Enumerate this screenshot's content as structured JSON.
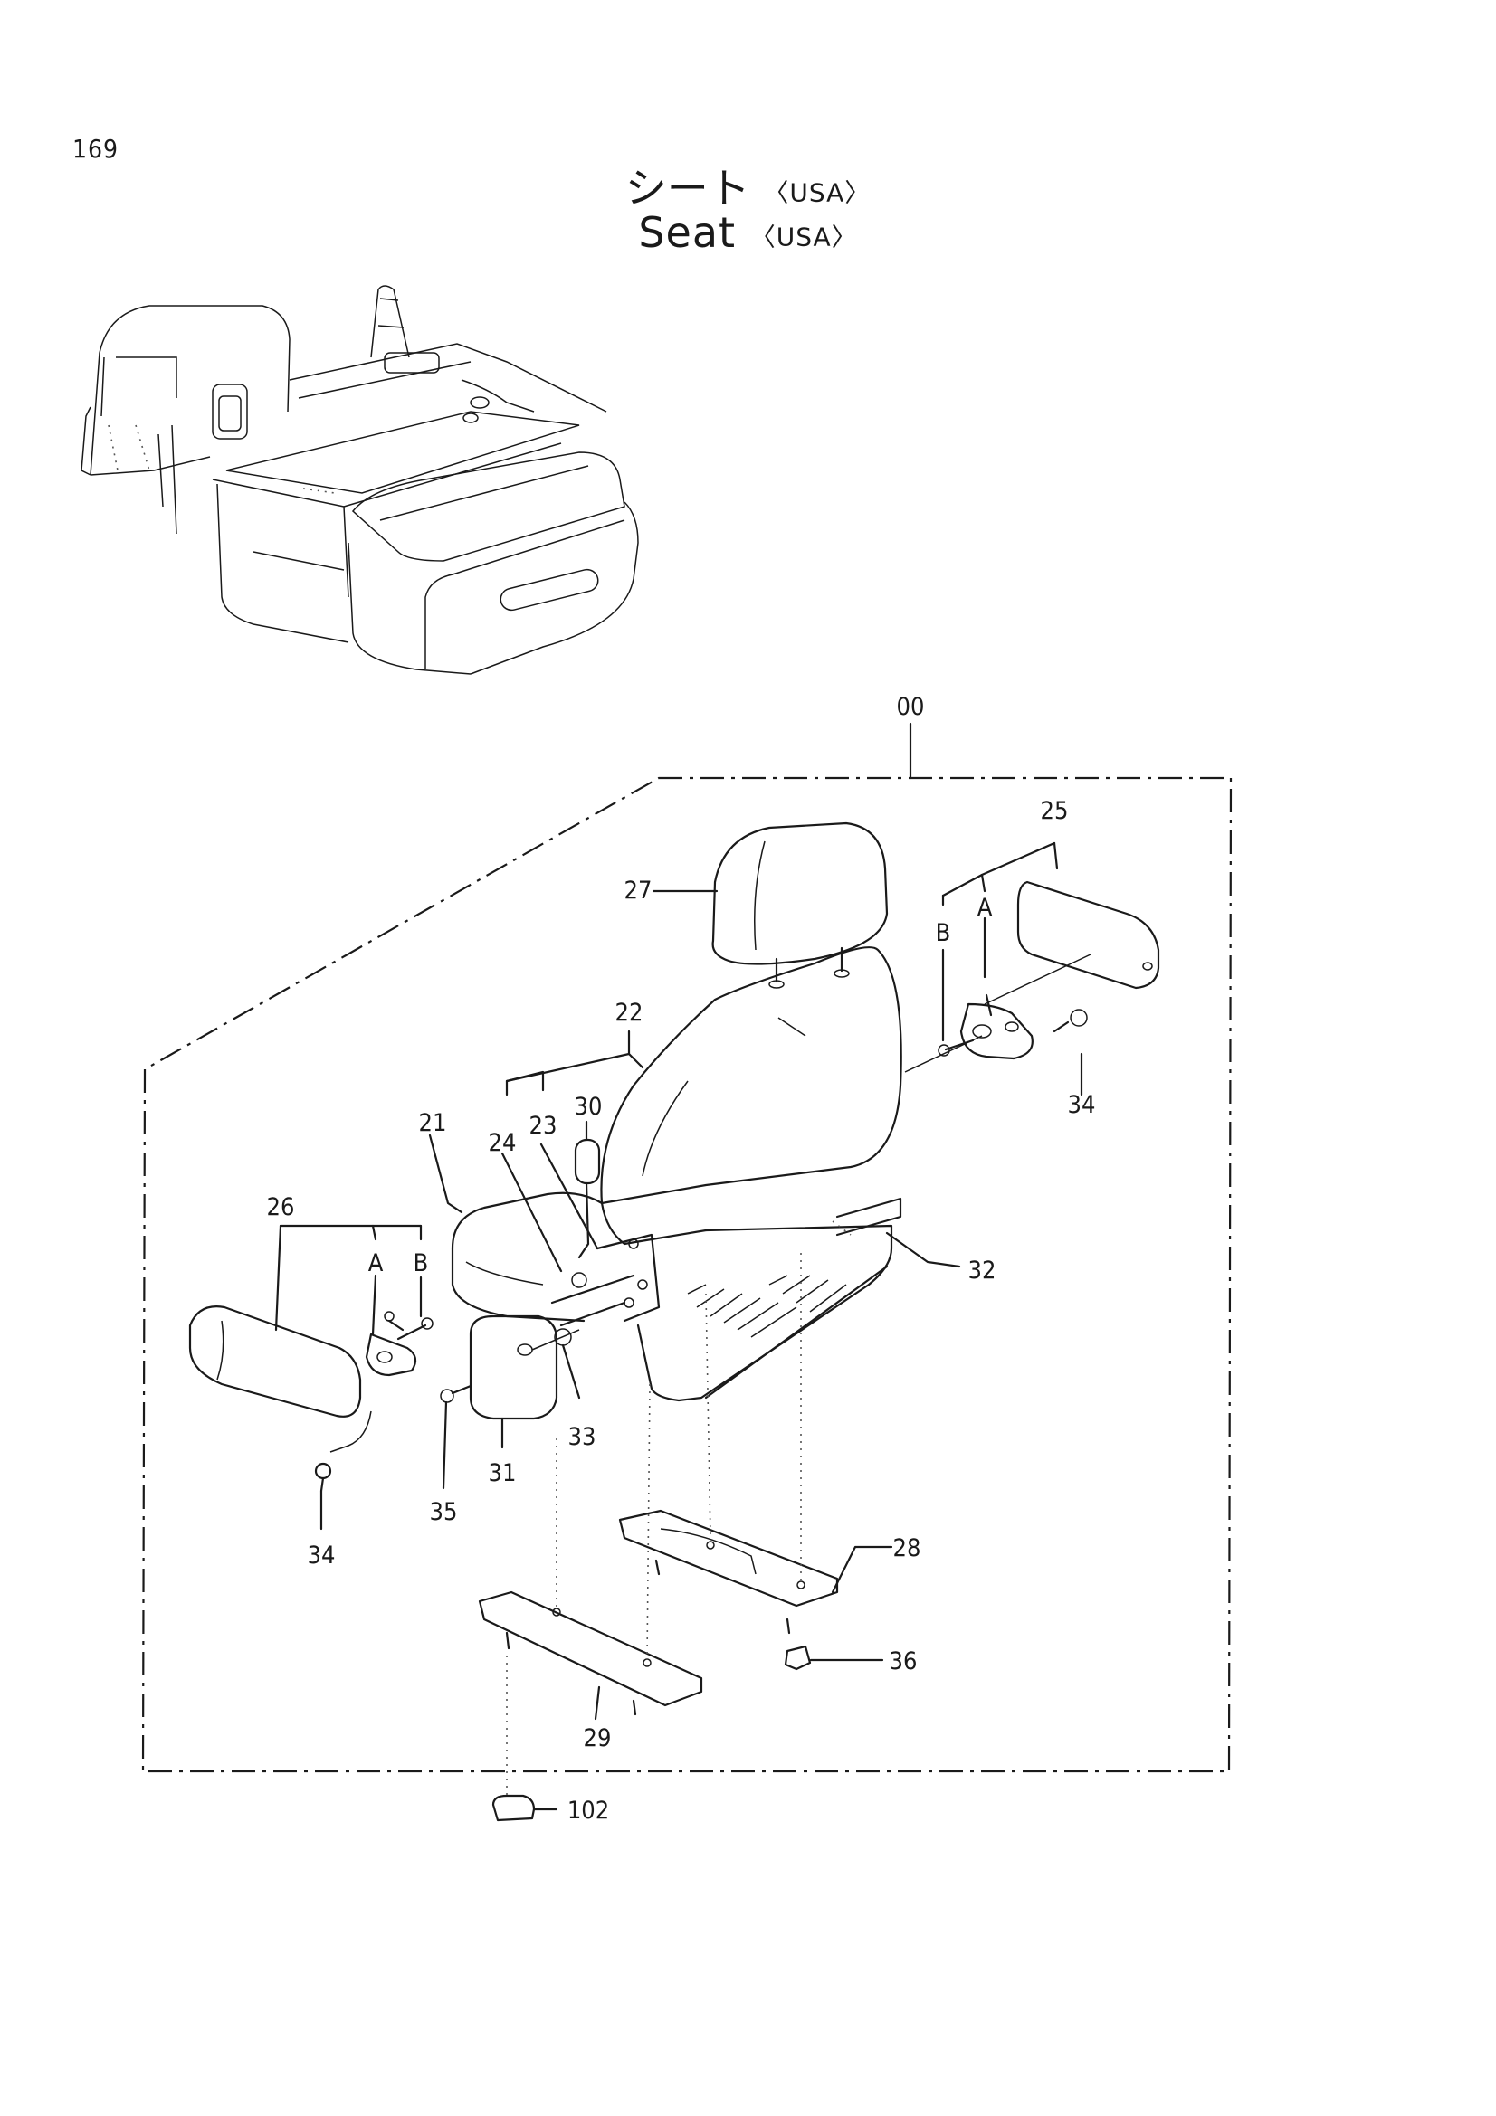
{
  "page": {
    "number": "169"
  },
  "title": {
    "jp": "シート",
    "en": "Seat",
    "variant": "〈USA〉"
  },
  "callouts": {
    "c00": "00",
    "c21": "21",
    "c22": "22",
    "c23": "23",
    "c24": "24",
    "c25": "25",
    "c26": "26",
    "c27": "27",
    "c28": "28",
    "c29": "29",
    "c30": "30",
    "c31": "31",
    "c32": "32",
    "c33": "33",
    "c34a": "34",
    "c34b": "34",
    "c35": "35",
    "c36": "36",
    "c102": "102",
    "a_right": "A",
    "b_right": "B",
    "a_left": "A",
    "b_left": "B"
  }
}
